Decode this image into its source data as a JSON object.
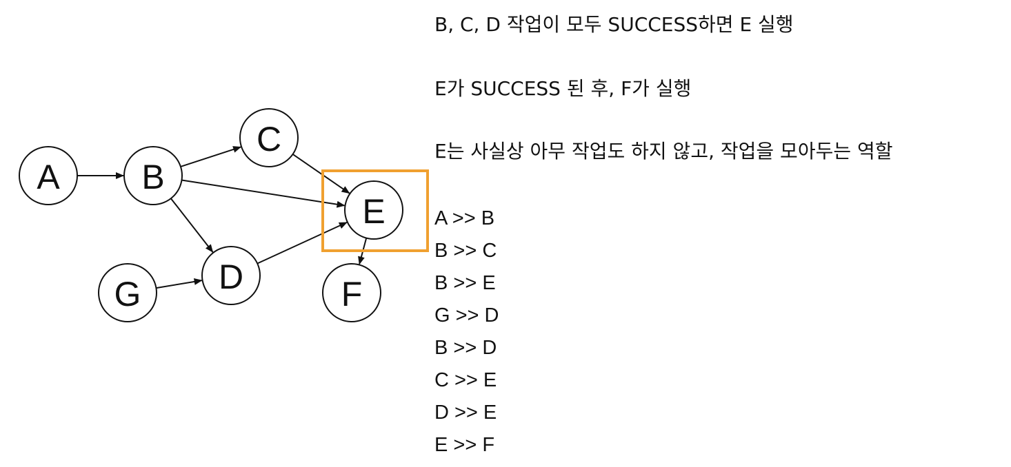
{
  "diagram": {
    "nodes": [
      {
        "id": "A",
        "label": "A"
      },
      {
        "id": "B",
        "label": "B"
      },
      {
        "id": "C",
        "label": "C"
      },
      {
        "id": "D",
        "label": "D"
      },
      {
        "id": "E",
        "label": "E"
      },
      {
        "id": "F",
        "label": "F"
      },
      {
        "id": "G",
        "label": "G"
      }
    ],
    "edges": [
      {
        "from": "A",
        "to": "B"
      },
      {
        "from": "B",
        "to": "C"
      },
      {
        "from": "B",
        "to": "E"
      },
      {
        "from": "B",
        "to": "D"
      },
      {
        "from": "G",
        "to": "D"
      },
      {
        "from": "C",
        "to": "E"
      },
      {
        "from": "D",
        "to": "E"
      },
      {
        "from": "E",
        "to": "F"
      }
    ],
    "highlighted_node": "E",
    "highlight_color": "#f0a030"
  },
  "notes": {
    "line1": "B, C, D 작업이 모두 SUCCESS하면 E 실행",
    "line2": "E가 SUCCESS 된 후, F가 실행",
    "line3": "E는 사실상 아무 작업도 하지 않고, 작업을 모아두는 역할"
  },
  "dependencies": [
    "A >> B",
    "B >> C",
    "B >> E",
    "G >> D",
    "B >> D",
    "C >> E",
    "D >> E",
    "E >> F"
  ]
}
